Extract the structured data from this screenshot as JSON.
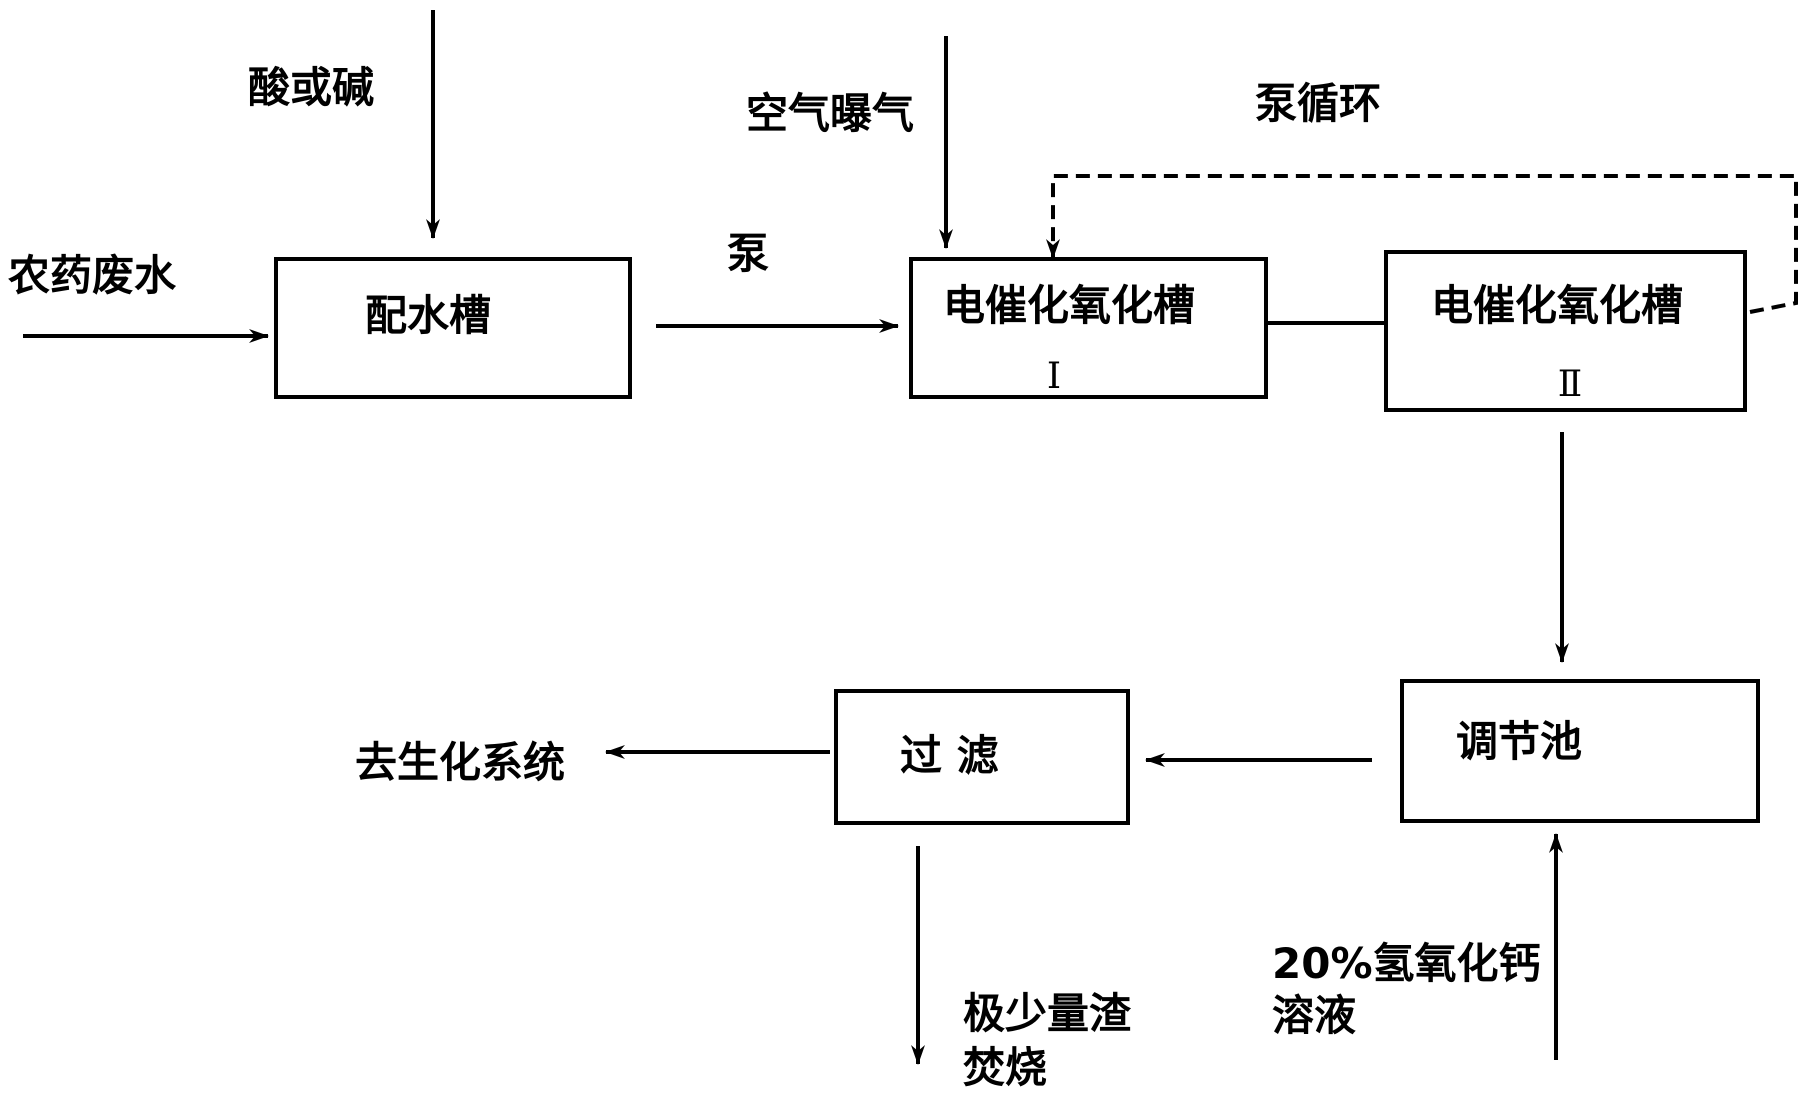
{
  "colors": {
    "stroke": "#000000",
    "background": "#ffffff"
  },
  "inputs": {
    "pesticide_wastewater": "农药废水",
    "acid_or_base": "酸或碱",
    "air_aeration": "空气曝气",
    "pump": "泵",
    "pump_circulation": "泵循环",
    "calcium_hydroxide_line1": "20%氢氧化钙",
    "calcium_hydroxide_line2": "溶液"
  },
  "nodes": {
    "mixing_tank": "配水槽",
    "electrocatalytic_tank_1": {
      "label": "电催化氧化槽",
      "numeral": "Ⅰ"
    },
    "electrocatalytic_tank_2": {
      "label": "电催化氧化槽",
      "numeral": "Ⅱ"
    },
    "regulating_tank": "调节池",
    "filtration": "过 滤"
  },
  "outputs": {
    "to_biochemical_system": "去生化系统",
    "residue_line1": "极少量渣",
    "residue_line2": "焚烧"
  }
}
